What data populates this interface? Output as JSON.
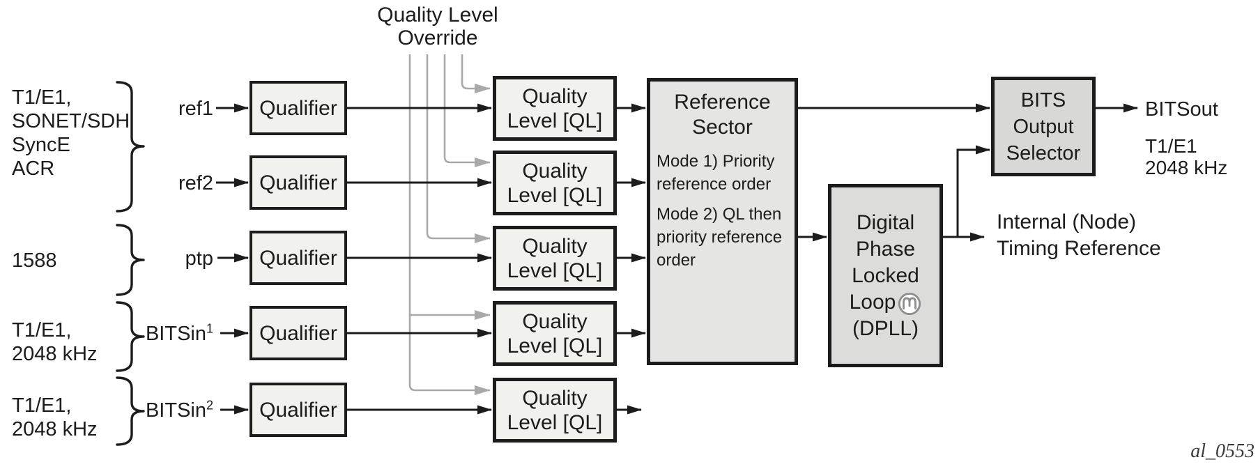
{
  "diagram": {
    "override_title": "Quality Level\nOverride",
    "watermark": "al_0553"
  },
  "sources": [
    {
      "text": "T1/E1,\nSONET/SDH\nSyncE\nACR"
    },
    {
      "text": "1588"
    },
    {
      "text": "T1/E1,\n2048 kHz"
    },
    {
      "text": "T1/E1,\n2048 kHz"
    }
  ],
  "inputs": [
    {
      "label": "ref1",
      "sup": ""
    },
    {
      "label": "ref2",
      "sup": ""
    },
    {
      "label": "ptp",
      "sup": ""
    },
    {
      "label": "BITSin",
      "sup": "1"
    },
    {
      "label": "BITSin",
      "sup": "2"
    }
  ],
  "qualifier": {
    "label": "Qualifier"
  },
  "quality_level": {
    "label": "Quality\nLevel [QL]"
  },
  "reference_selector": {
    "title": "Reference\nSector",
    "mode1": "Mode 1) Priority reference order",
    "mode2": "Mode 2) QL then priority reference order"
  },
  "dpll": {
    "lines_top": "Digital\nPhase\nLocked",
    "loop_label": "Loop",
    "suffix": "(DPLL)",
    "icon": "oscillator-wave-icon"
  },
  "bits_output_selector": {
    "label": "BITS\nOutput\nSelector"
  },
  "outputs": {
    "bitsout": "BITSout",
    "bitsout_detail": "T1/E1\n2048 kHz",
    "internal": "Internal (Node)\nTiming Reference"
  },
  "colors": {
    "box_light": "#f1f1ee",
    "box_medium": "#e5e5e3",
    "box_dpll": "#dcdcda",
    "box_dark": "#d8d8d6",
    "line_black": "#1c1c1c",
    "line_gray": "#a9a9a9"
  }
}
